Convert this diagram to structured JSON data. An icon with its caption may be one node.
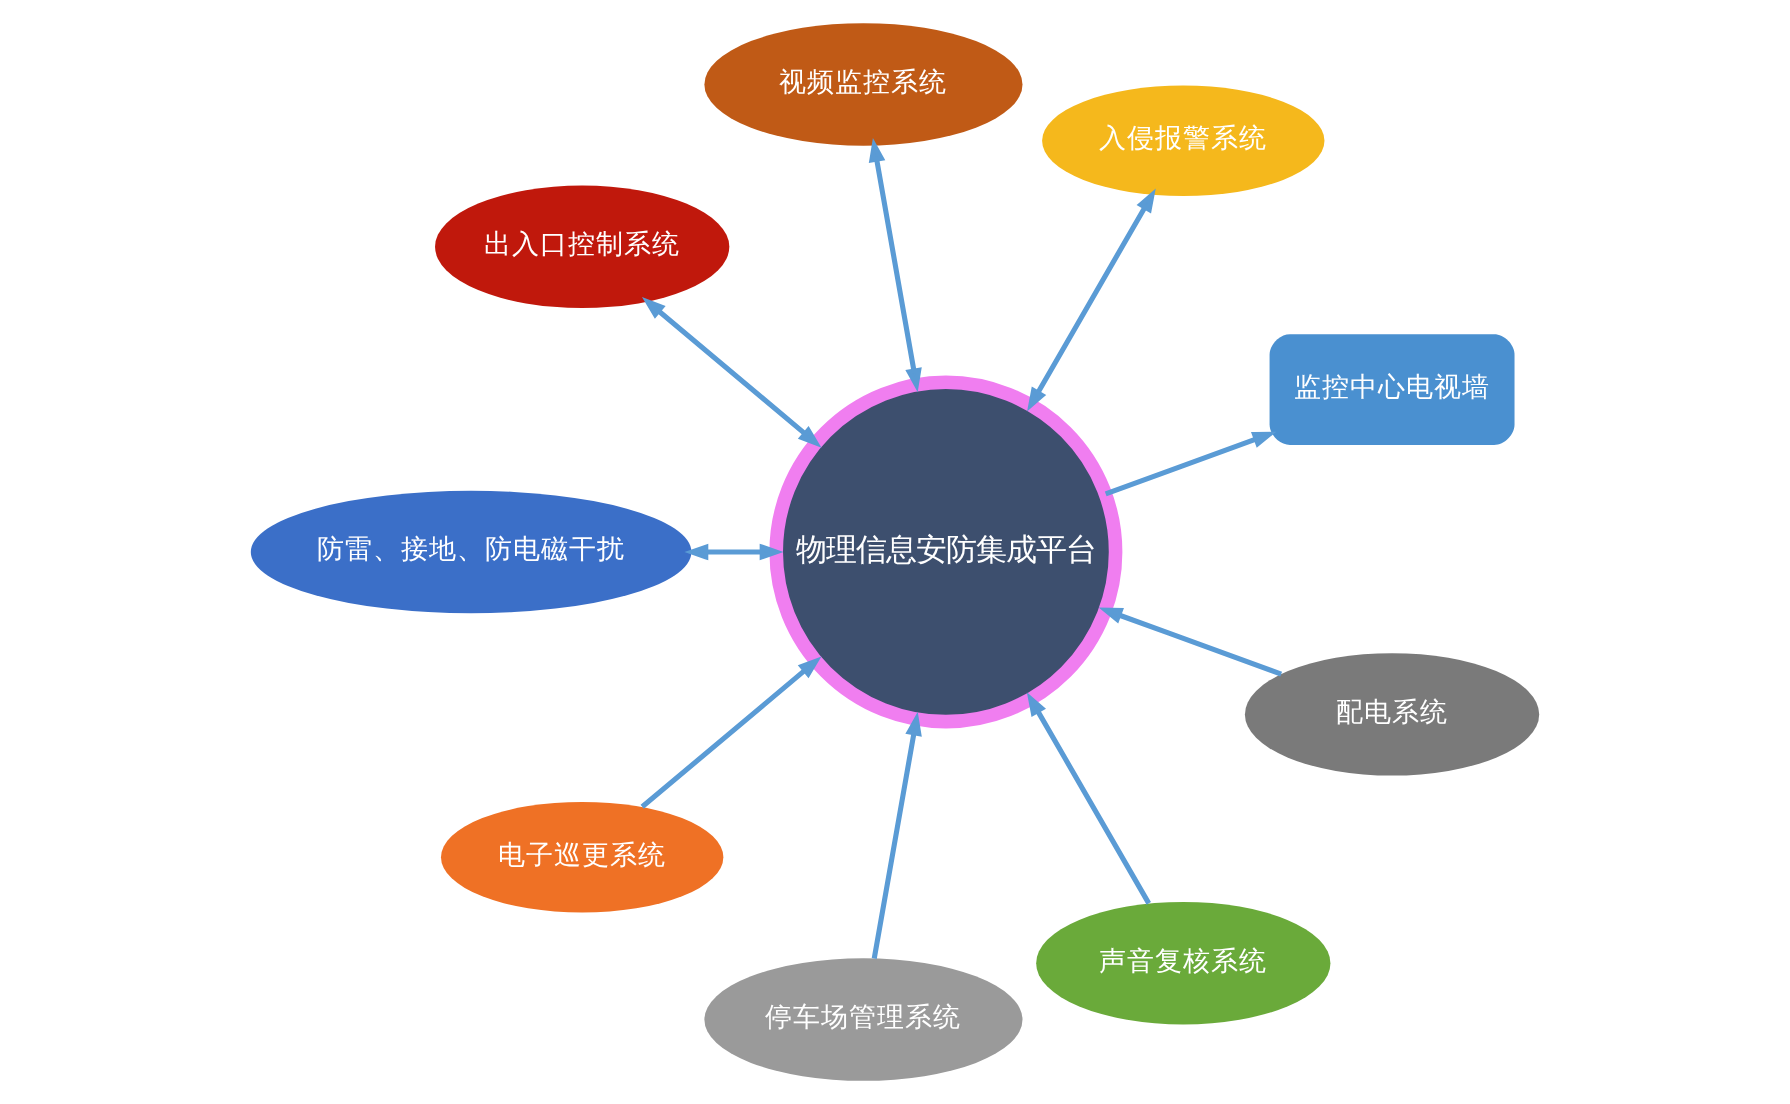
{
  "diagram": {
    "nodes": [
      {
        "text": [
          "监控中心电视墙"
        ]
      },
      {
        "text": [
          "入侵报警系统"
        ]
      },
      {
        "text": [
          "电子巡更系统"
        ]
      },
      {
        "text": [
          "物理信息安防集成平台"
        ]
      },
      {
        "text": [
          "视频监控系统"
        ]
      },
      {
        "text": [
          "停车场管理系统"
        ]
      },
      {
        "text": [
          "声音复核系统"
        ]
      },
      {
        "text": [
          "配电系统"
        ]
      },
      {
        "text": [
          "出入口控制系统"
        ]
      },
      {
        "text": [
          "防雷、接地、防电磁干扰"
        ]
      }
    ],
    "edges": [
      {
        "from": 3,
        "to": 0,
        "arrow": "to"
      },
      {
        "from": 3,
        "to": 1,
        "arrow": "both"
      },
      {
        "from": 2,
        "to": 3,
        "arrow": "to"
      },
      {
        "from": 3,
        "to": 4,
        "arrow": "both"
      },
      {
        "from": 5,
        "to": 3,
        "arrow": "to"
      },
      {
        "from": 6,
        "to": 3,
        "arrow": "to"
      },
      {
        "from": 7,
        "to": 3,
        "arrow": "to"
      },
      {
        "from": 3,
        "to": 8,
        "arrow": "both"
      },
      {
        "from": 3,
        "to": 9,
        "arrow": "both"
      }
    ]
  }
}
